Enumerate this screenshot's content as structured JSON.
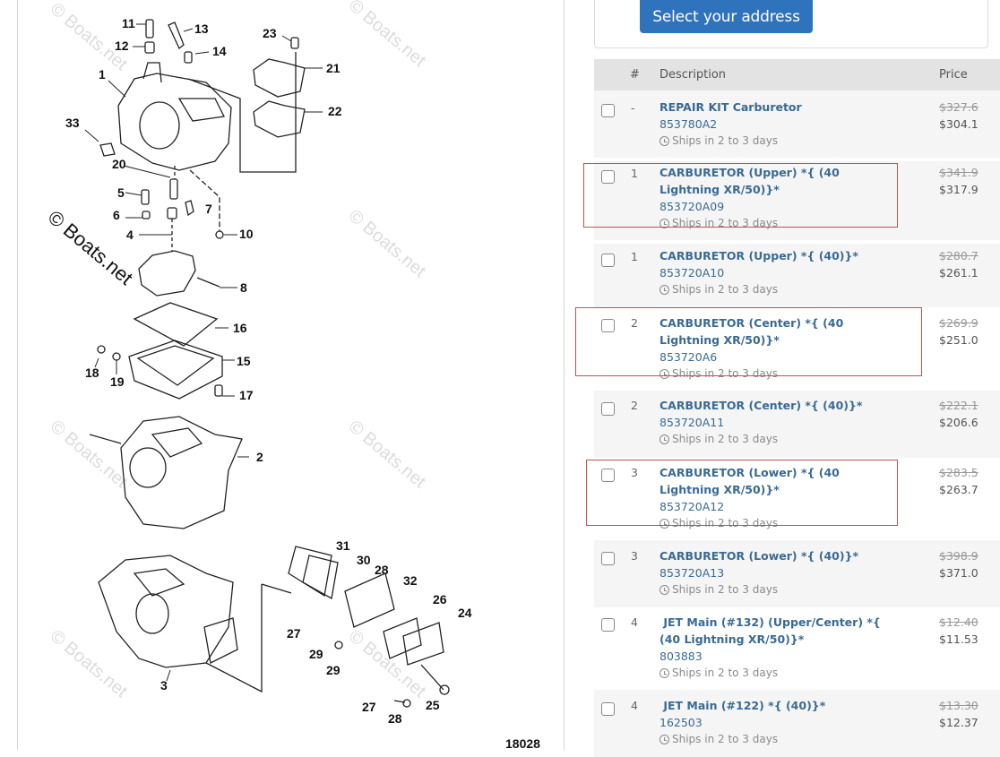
{
  "diagram": {
    "figure_number": "18028",
    "watermark": "© Boats.net",
    "callouts": [
      "1",
      "2",
      "3",
      "4",
      "5",
      "6",
      "7",
      "8",
      "10",
      "11",
      "12",
      "13",
      "14",
      "15",
      "16",
      "17",
      "18",
      "19",
      "20",
      "21",
      "22",
      "23",
      "24",
      "25",
      "26",
      "27",
      "27",
      "28",
      "28",
      "29",
      "29",
      "30",
      "31",
      "32",
      "33"
    ]
  },
  "address": {
    "button_label": "Select your address"
  },
  "table": {
    "columns": {
      "num": "#",
      "description": "Description",
      "price": "Price"
    },
    "rows": [
      {
        "num": "-",
        "title": "REPAIR KIT Carburetor",
        "sku": "853780A2",
        "ship": "Ships in 2 to 3 days",
        "old_price": "$327.6",
        "price": "$304.1",
        "highlighted": false
      },
      {
        "num": "1",
        "title": "CARBURETOR (Upper) *{ (40 Lightning XR/50)}*",
        "sku": "853720A09",
        "ship": "Ships in 2 to 3 days",
        "old_price": "$341.9",
        "price": "$317.9",
        "highlighted": true
      },
      {
        "num": "1",
        "title": "CARBURETOR (Upper) *{ (40)}*",
        "sku": "853720A10",
        "ship": "Ships in 2 to 3 days",
        "old_price": "$280.7",
        "price": "$261.1",
        "highlighted": false
      },
      {
        "num": "2",
        "title": "CARBURETOR (Center) *{ (40 Lightning XR/50)}*",
        "sku": "853720A6",
        "ship": "Ships in 2 to 3 days",
        "old_price": "$269.9",
        "price": "$251.0",
        "highlighted": true
      },
      {
        "num": "2",
        "title": "CARBURETOR (Center) *{ (40)}*",
        "sku": "853720A11",
        "ship": "Ships in 2 to 3 days",
        "old_price": "$222.1",
        "price": "$206.6",
        "highlighted": false
      },
      {
        "num": "3",
        "title": "CARBURETOR (Lower) *{ (40 Lightning XR/50)}*",
        "sku": "853720A12",
        "ship": "Ships in 2 to 3 days",
        "old_price": "$283.5",
        "price": "$263.7",
        "highlighted": true
      },
      {
        "num": "3",
        "title": "CARBURETOR (Lower) *{ (40)}*",
        "sku": "853720A13",
        "ship": "Ships in 2 to 3 days",
        "old_price": "$398.9",
        "price": "$371.0",
        "highlighted": false
      },
      {
        "num": "4",
        "title": " JET Main (#132) (Upper/Center) *{ (40 Lightning XR/50)}*",
        "sku": "803883",
        "ship": "Ships in 2 to 3 days",
        "old_price": "$12.40",
        "price": "$11.53",
        "highlighted": false
      },
      {
        "num": "4",
        "title": " JET Main (#122) *{ (40)}*",
        "sku": "162503",
        "ship": "Ships in 2 to 3 days",
        "old_price": "$13.30",
        "price": "$12.37",
        "highlighted": false
      }
    ]
  },
  "colors": {
    "accent_button": "#2f73bd",
    "link_text": "#3a6a94",
    "highlight_box": "#c9504b",
    "header_bg": "#e3e3e3",
    "stripe_bg": "#f5f5f5"
  }
}
